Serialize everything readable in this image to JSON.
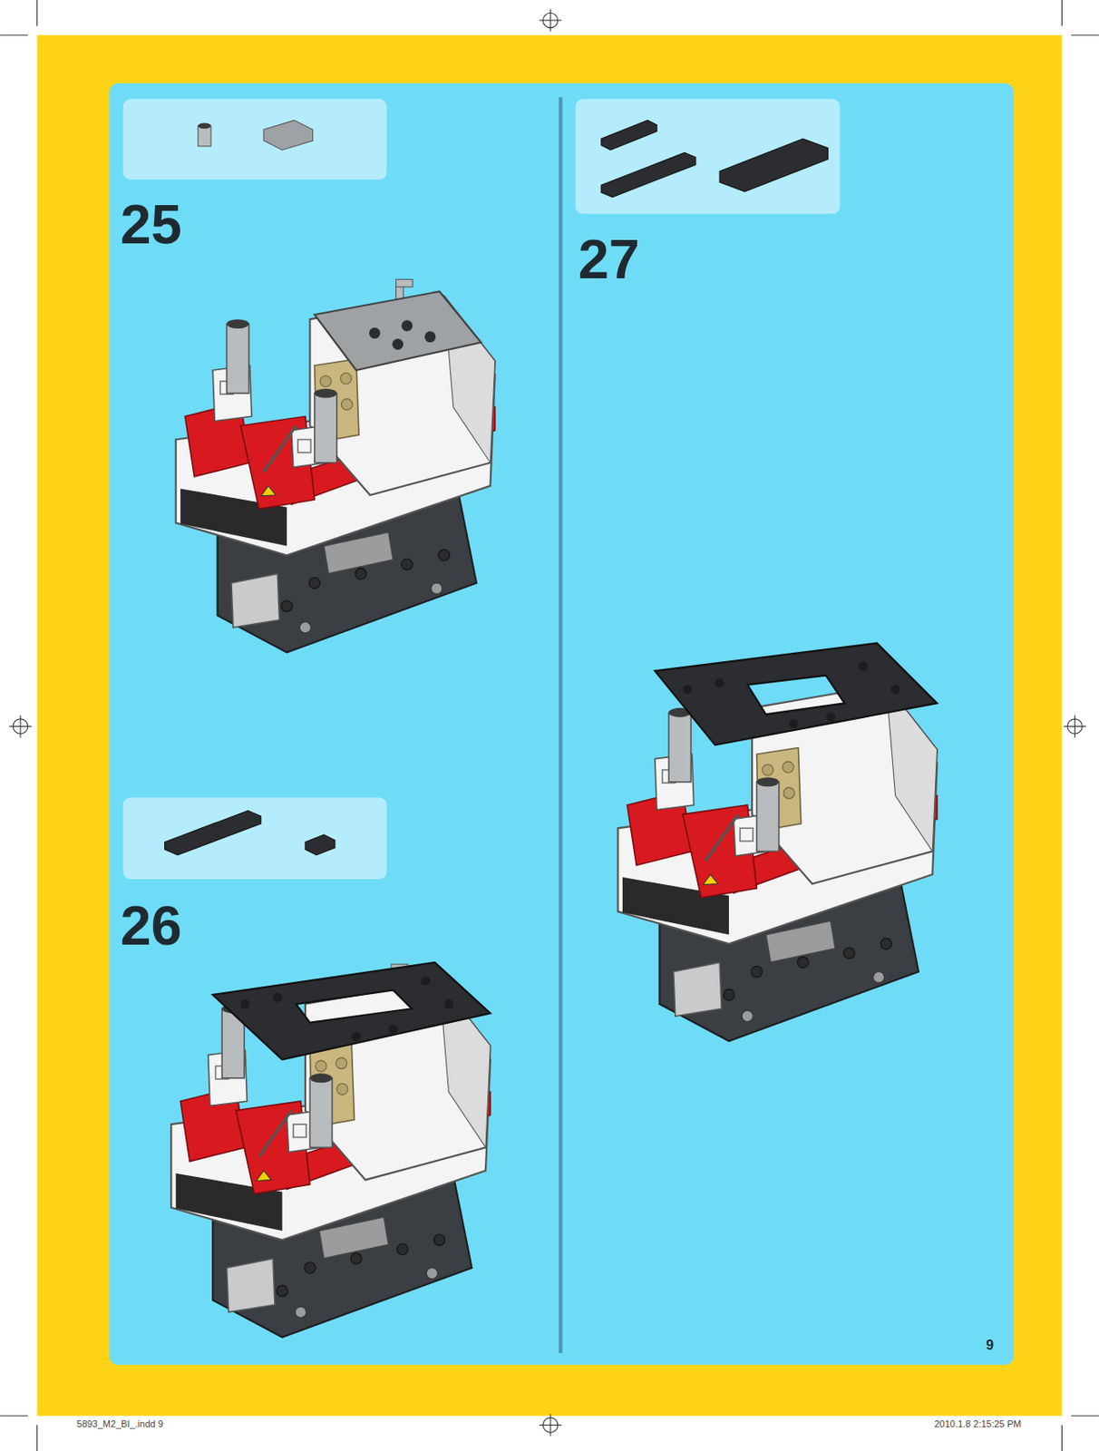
{
  "diagram": {
    "labels": [
      "25",
      "26",
      "27",
      "9",
      "5893_M2_BI_.indd 9",
      "2010.1.8 2:15:25 PM"
    ]
  }
}
